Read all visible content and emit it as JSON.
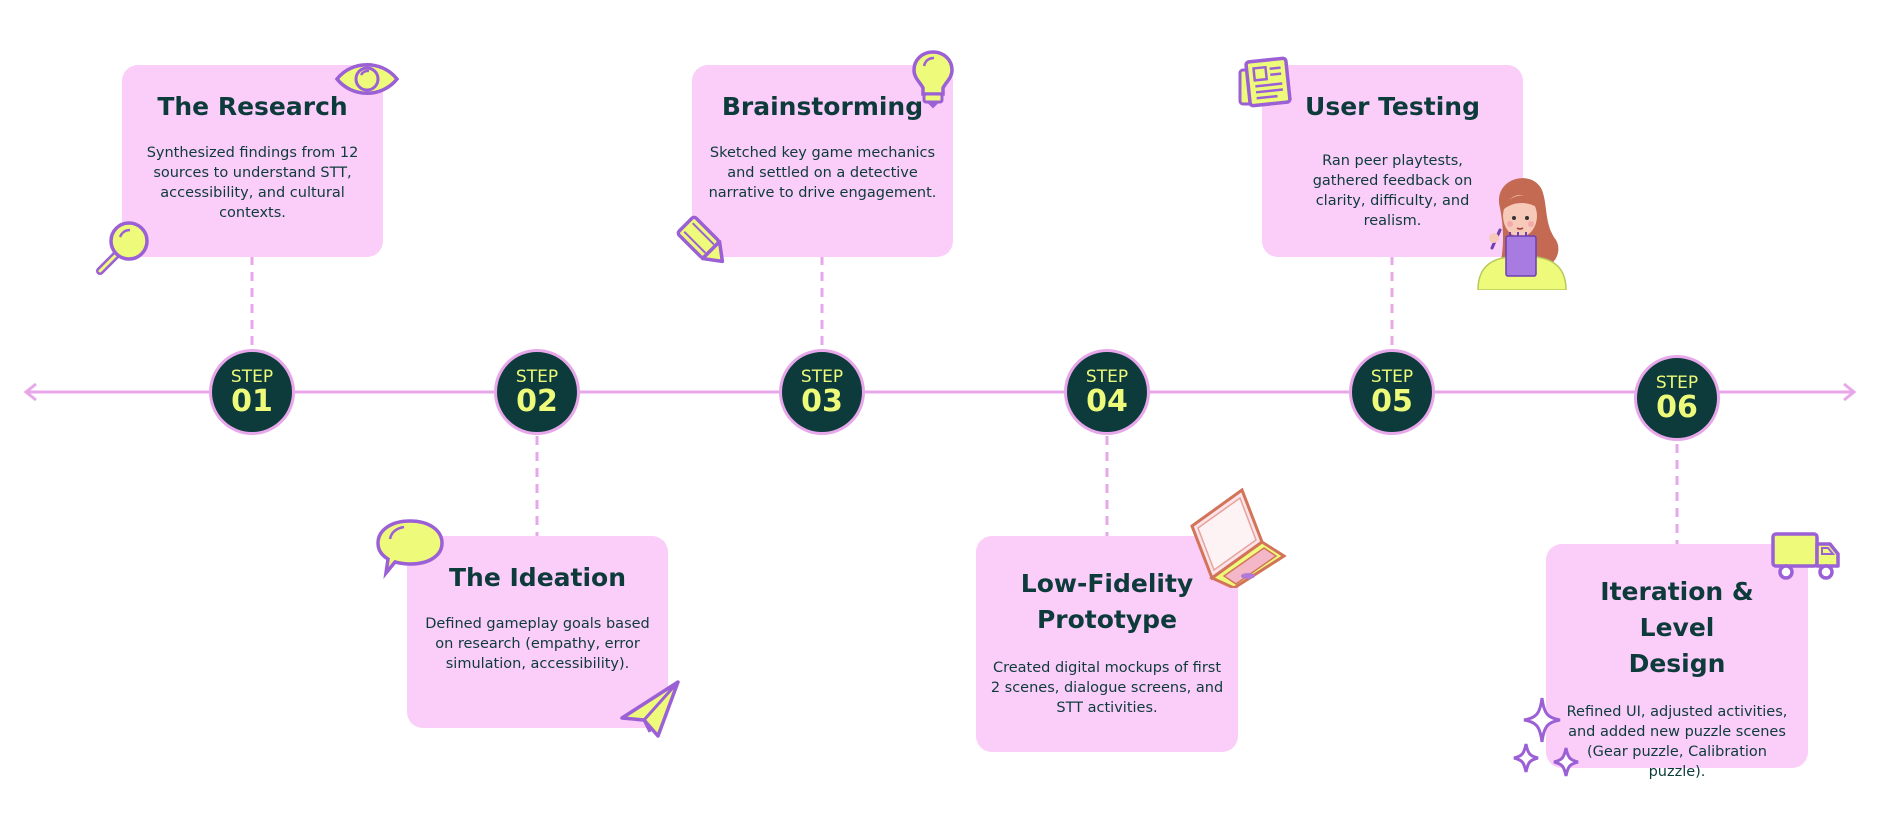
{
  "colors": {
    "card_bg": "#fbcdf9",
    "step_bg": "#0d3b3b",
    "step_text": "#eefb7a",
    "timeline": "#e7a7ea",
    "icon_fill": "#eefb7a",
    "icon_stroke": "#9b5fd6"
  },
  "steps": [
    {
      "label": "STEP",
      "number": "01",
      "title": "The Research",
      "body": "Synthesized findings from 12 sources to understand STT, accessibility, and cultural contexts."
    },
    {
      "label": "STEP",
      "number": "02",
      "title": "The Ideation",
      "body": "Defined gameplay goals based on research (empathy, error simulation, accessibility)."
    },
    {
      "label": "STEP",
      "number": "03",
      "title": "Brainstorming",
      "body": "Sketched key game mechanics and settled on a detective narrative to drive engagement."
    },
    {
      "label": "STEP",
      "number": "04",
      "title": "Low-Fidelity Prototype",
      "body": "Created digital mockups of first 2 scenes, dialogue screens, and STT activities."
    },
    {
      "label": "STEP",
      "number": "05",
      "title": "User Testing",
      "body": "Ran peer playtests, gathered feedback on clarity, difficulty, and realism."
    },
    {
      "label": "STEP",
      "number": "06",
      "title": "Iteration & Level Design",
      "body": "Refined UI, adjusted activities, and added new puzzle scenes (Gear puzzle, Calibration puzzle)."
    }
  ],
  "icons": [
    "eye-icon",
    "magnifier-icon",
    "speech-bubble-icon",
    "paper-plane-icon",
    "lightbulb-icon",
    "pencil-icon",
    "laptop-icon",
    "newspaper-icon",
    "woman-with-notepad-illustration",
    "truck-icon",
    "sparkles-icon"
  ]
}
